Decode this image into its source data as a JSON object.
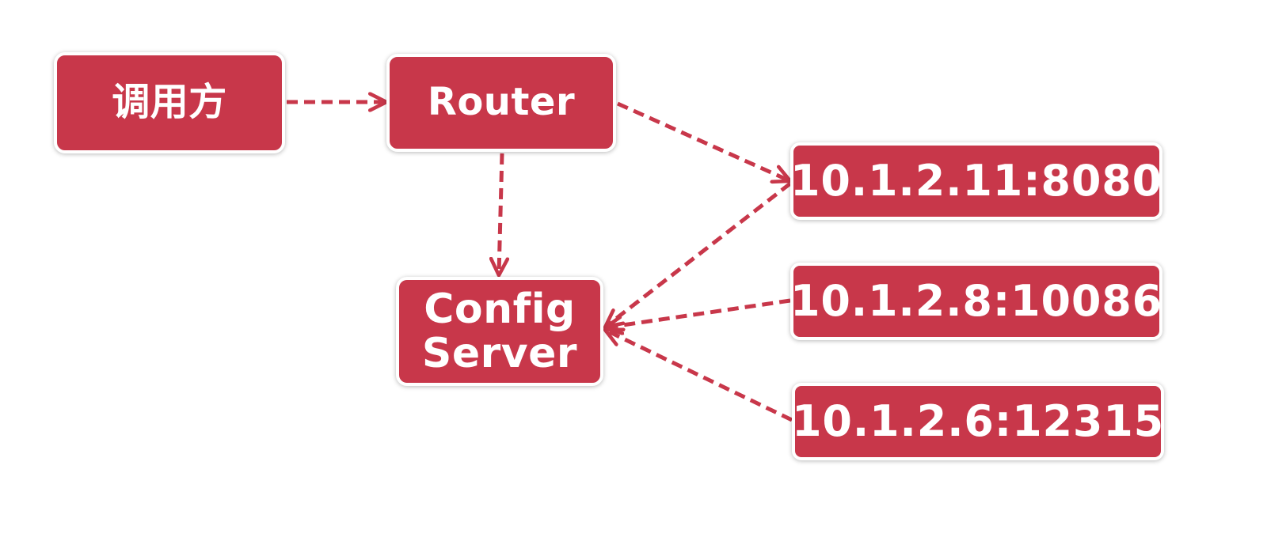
{
  "colors": {
    "node_fill": "#c8374a",
    "edge": "#c8374a",
    "node_border": "#ffffff",
    "text": "#ffffff",
    "background": "#ffffff"
  },
  "nodes": {
    "caller": {
      "label": "调用方"
    },
    "router": {
      "label": "Router"
    },
    "config": {
      "label": "Config\nServer"
    },
    "endpoints": [
      {
        "label": "10.1.2.11:8080"
      },
      {
        "label": "10.1.2.8:10086"
      },
      {
        "label": "10.1.2.6:12315"
      }
    ]
  },
  "edges": [
    {
      "from": "caller",
      "to": "router",
      "style": "dashed-arrow"
    },
    {
      "from": "router",
      "to": "config",
      "style": "dashed-arrow"
    },
    {
      "from": "router",
      "to": "endpoint-1",
      "style": "dashed-arrow"
    },
    {
      "from": "endpoint-1",
      "to": "config",
      "style": "dashed-arrow"
    },
    {
      "from": "endpoint-2",
      "to": "config",
      "style": "dashed-arrow"
    },
    {
      "from": "endpoint-3",
      "to": "config",
      "style": "dashed-arrow"
    }
  ]
}
